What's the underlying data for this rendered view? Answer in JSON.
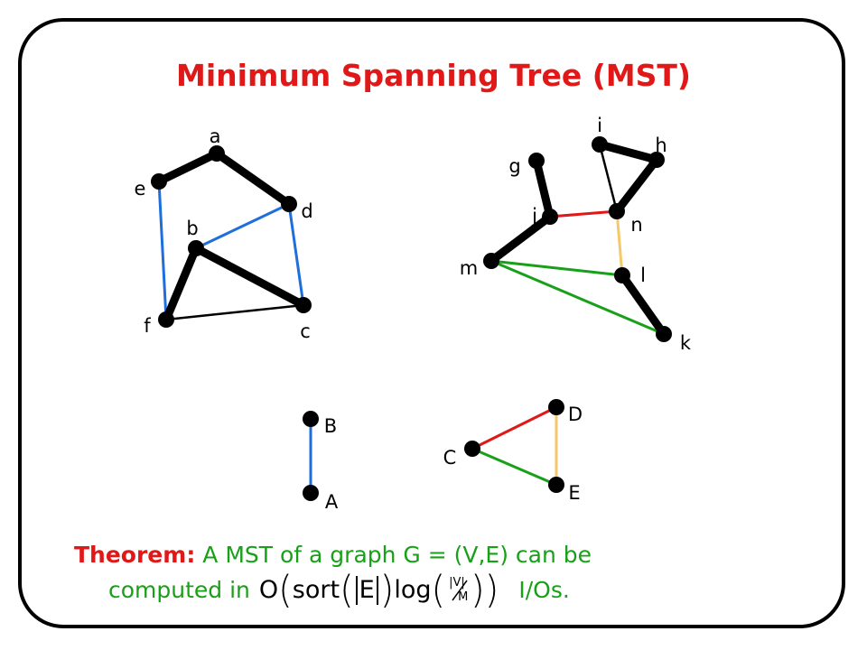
{
  "title": "Minimum Spanning Tree (MST)",
  "colors": {
    "title": "#e01818",
    "accent_green": "#18a018",
    "edge_blue": "#1e6fdc",
    "edge_red": "#e01818",
    "edge_yellow": "#f5c86a",
    "edge_green": "#18a018",
    "edge_black": "#000000"
  },
  "graph": {
    "nodes": [
      {
        "id": "a",
        "label": "a"
      },
      {
        "id": "b",
        "label": "b"
      },
      {
        "id": "c",
        "label": "c"
      },
      {
        "id": "d",
        "label": "d"
      },
      {
        "id": "e",
        "label": "e"
      },
      {
        "id": "f",
        "label": "f"
      },
      {
        "id": "g",
        "label": "g"
      },
      {
        "id": "h",
        "label": "h"
      },
      {
        "id": "i",
        "label": "i"
      },
      {
        "id": "j",
        "label": "j"
      },
      {
        "id": "k",
        "label": "k"
      },
      {
        "id": "l",
        "label": "l"
      },
      {
        "id": "m",
        "label": "m"
      },
      {
        "id": "n",
        "label": "n"
      },
      {
        "id": "A",
        "label": "A"
      },
      {
        "id": "B",
        "label": "B"
      },
      {
        "id": "C",
        "label": "C"
      },
      {
        "id": "D",
        "label": "D"
      },
      {
        "id": "E",
        "label": "E"
      }
    ],
    "edges": [
      {
        "from": "e",
        "to": "a",
        "color": "black",
        "mst": true
      },
      {
        "from": "a",
        "to": "d",
        "color": "black",
        "mst": true
      },
      {
        "from": "e",
        "to": "f",
        "color": "blue",
        "mst": false
      },
      {
        "from": "d",
        "to": "b",
        "color": "blue",
        "mst": false
      },
      {
        "from": "d",
        "to": "c",
        "color": "blue",
        "mst": false
      },
      {
        "from": "b",
        "to": "f",
        "color": "black",
        "mst": true
      },
      {
        "from": "b",
        "to": "c",
        "color": "black",
        "mst": true
      },
      {
        "from": "f",
        "to": "c",
        "color": "black",
        "mst": false
      },
      {
        "from": "g",
        "to": "j",
        "color": "black",
        "mst": true
      },
      {
        "from": "j",
        "to": "m",
        "color": "black",
        "mst": true
      },
      {
        "from": "j",
        "to": "n",
        "color": "red",
        "mst": false
      },
      {
        "from": "i",
        "to": "h",
        "color": "black",
        "mst": true
      },
      {
        "from": "h",
        "to": "n",
        "color": "black",
        "mst": true
      },
      {
        "from": "i",
        "to": "n",
        "color": "black",
        "mst": false
      },
      {
        "from": "n",
        "to": "l",
        "color": "yellow",
        "mst": false
      },
      {
        "from": "m",
        "to": "l",
        "color": "green",
        "mst": false
      },
      {
        "from": "m",
        "to": "k",
        "color": "green",
        "mst": false
      },
      {
        "from": "l",
        "to": "k",
        "color": "black",
        "mst": true
      },
      {
        "from": "B",
        "to": "A",
        "color": "blue",
        "mst": false
      },
      {
        "from": "C",
        "to": "D",
        "color": "red",
        "mst": false
      },
      {
        "from": "C",
        "to": "E",
        "color": "green",
        "mst": false
      },
      {
        "from": "D",
        "to": "E",
        "color": "yellow",
        "mst": false
      }
    ]
  },
  "theorem": {
    "lead": "Theorem:",
    "line1": " A MST of a graph G = (V,E) can be",
    "line2_prefix": "computed in",
    "line2_suffix": "I/Os.",
    "formula": {
      "O": "O",
      "sort": "sort",
      "E": "E",
      "log": "log",
      "V": "V",
      "M": "M"
    }
  }
}
